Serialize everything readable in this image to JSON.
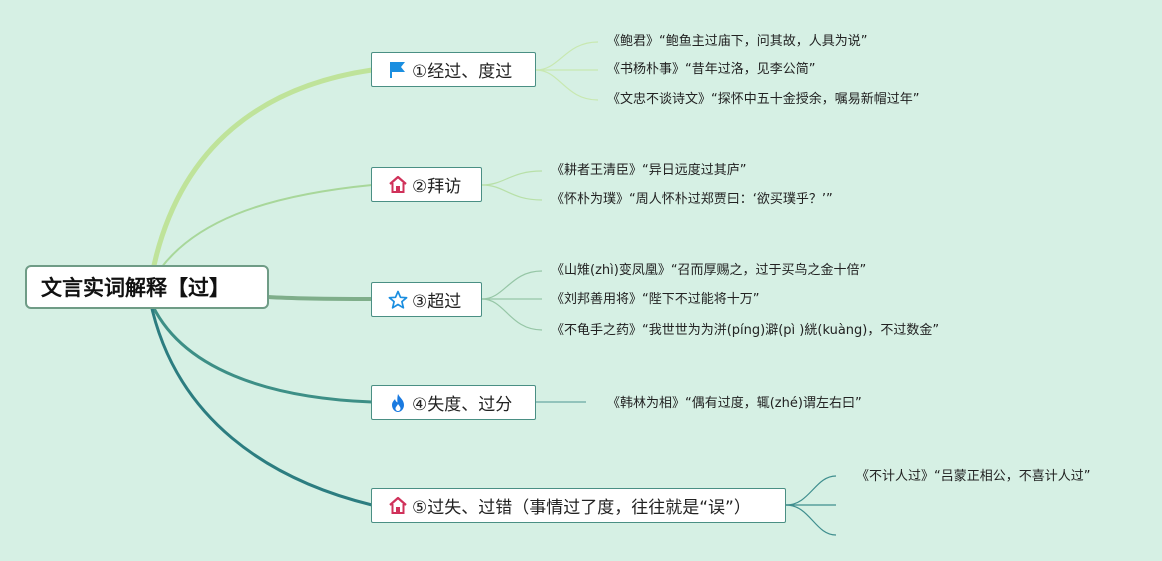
{
  "root": {
    "title": "文言实词解释【过】"
  },
  "branches": [
    {
      "label": "①经过、度过",
      "icon": "flag-icon",
      "leaves": [
        "《鲍君》“鲍鱼主过庙下，问其故，人具为说”",
        "《书杨朴事》“昔年过洛，见李公简”",
        "《文忠不谈诗文》“探怀中五十金授余，嘱易新帽过年”"
      ]
    },
    {
      "label": "②拜访",
      "icon": "house-icon",
      "leaves": [
        "《耕者王清臣》“异日远度过其庐”",
        "《怀朴为璞》“周人怀朴过郑贾曰：‘欲买璞乎？’”"
      ]
    },
    {
      "label": "③超过",
      "icon": "star-icon",
      "leaves": [
        "《山雉(zhì)变凤凰》“召而厚赐之，过于买鸟之金十倍”",
        "《刘邦善用将》“陛下不过能将十万”",
        "《不龟手之药》“我世世为为洴(píng)澼(pì )絖(kuàng)，不过数金”"
      ]
    },
    {
      "label": "④失度、过分",
      "icon": "flame-icon",
      "leaves": [
        "《韩林为相》“偶有过度，辄(zhé)谓左右曰”"
      ]
    },
    {
      "label": "⑤过失、过错（事情过了度，往往就是“误”）",
      "icon": "house-icon",
      "leaves": [
        "《不计人过》“吕蒙正相公，不喜计人过”",
        "",
        ""
      ]
    }
  ],
  "colors": {
    "background": "#d6f0e4",
    "branch1": "#bfe39a",
    "branch2": "#a8d79a",
    "branch3": "#7fae8a",
    "branch4": "#3d8f86",
    "branch5": "#2c7d80",
    "flag": "#1a8ee0",
    "house": "#d0315a",
    "star": "#1a8ee0",
    "flame": "#1a7ae0"
  }
}
